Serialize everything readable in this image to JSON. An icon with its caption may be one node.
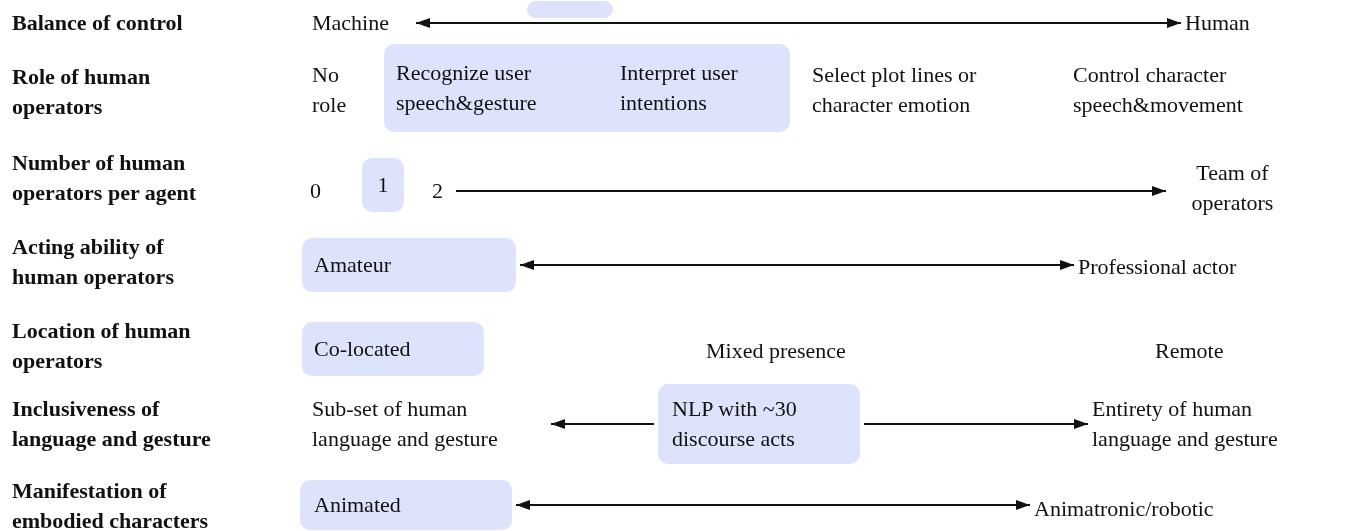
{
  "diagram": {
    "nodes": [
      {
        "text": [
          "Machine"
        ]
      },
      {
        "text": [
          "Human"
        ]
      },
      {
        "text": [],
        "shape": "box"
      },
      {
        "text": [
          "No role"
        ]
      },
      {
        "text": [],
        "shape": "box"
      },
      {
        "text": [
          "Recognize user speech&gesture"
        ],
        "in": 4
      },
      {
        "text": [
          "Interpret user intentions"
        ],
        "in": 4
      },
      {
        "text": [
          "Select plot lines or character emotion"
        ]
      },
      {
        "text": [
          "Control character speech&movement"
        ]
      },
      {
        "text": [
          "0"
        ]
      },
      {
        "text": [
          "1"
        ]
      },
      {
        "text": [
          "2"
        ]
      },
      {
        "text": [
          "Team of operators"
        ]
      },
      {
        "text": [
          "Amateur"
        ]
      },
      {
        "text": [
          "Professional actor"
        ]
      },
      {
        "text": [
          "Co-located"
        ]
      },
      {
        "text": [
          "Mixed presence"
        ]
      },
      {
        "text": [
          "Remote"
        ]
      },
      {
        "text": [
          "Sub-set of human language and gesture"
        ]
      },
      {
        "text": [
          "NLP with ~30 discourse acts"
        ]
      },
      {
        "text": [
          "Entirety of human language and gesture"
        ]
      },
      {
        "text": [
          "Animated"
        ]
      },
      {
        "text": [
          "Animatronic/robotic"
        ]
      }
    ],
    "edges": [
      {
        "from": 0,
        "to": 1,
        "arrow": "both"
      },
      {
        "from": 11,
        "to": 12,
        "arrow": "to"
      },
      {
        "from": 13,
        "to": 14,
        "arrow": "both"
      },
      {
        "from": 19,
        "to": 18,
        "arrow": "to"
      },
      {
        "from": 19,
        "to": 20,
        "arrow": "to"
      },
      {
        "from": 21,
        "to": 22,
        "arrow": "both"
      }
    ],
    "labels": [
      "Balance of control",
      "Role of human operators",
      "Number of human operators per agent",
      "Acting ability of human operators",
      "Location of human operators",
      "Inclusiveness of language and gesture",
      "Manifestation of embodied characters"
    ]
  }
}
